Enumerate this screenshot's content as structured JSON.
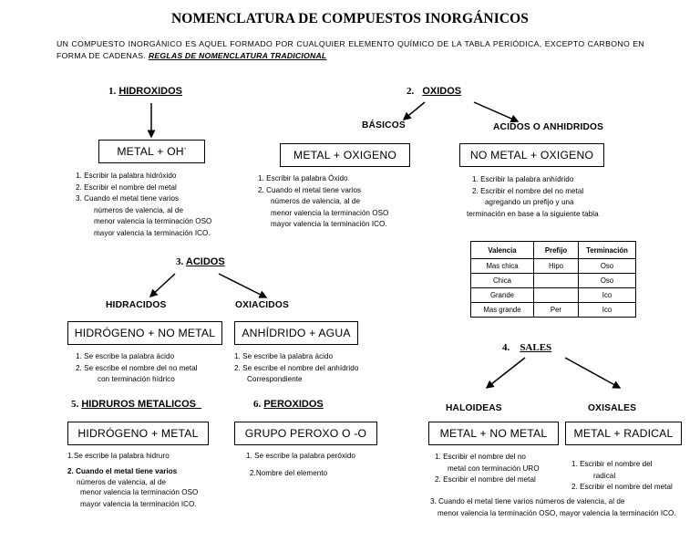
{
  "document": {
    "title": "NOMENCLATURA DE COMPUESTOS INORGÁNICOS",
    "intro_text": "UN COMPUESTO INORGÁNICO ES AQUEL FORMADO POR CUALQUIER ELEMENTO QUÍMICO DE LA TABLA PERIÓDICA, EXCEPTO CARBONO EN FORMA DE CADENAS. ",
    "intro_rules": "REGLAS DE NOMENCLATURA TRADICIONAL"
  },
  "sections": {
    "hidroxidos": {
      "number": "1.",
      "label": "HIDROXIDOS",
      "formula_prefix": "METAL  +  OH",
      "formula_sup": "-",
      "rules": [
        "1.    Escribir la palabra hidróxido",
        "2.    Escribir el nombre del metal",
        "3.    Cuando el metal tiene varios",
        "números de valencia, al de",
        "menor valencia la terminación OSO",
        "mayor valencia la terminación ICO."
      ]
    },
    "oxidos": {
      "number": "2.",
      "label": "OXIDOS",
      "basicos": {
        "label": "BÁSICOS",
        "formula": "METAL + OXIGENO",
        "rules": [
          "1. Escribir la palabra Óxido",
          "2. Cuando el metal tiene varios",
          "números de valencia, al de",
          "menor valencia la terminación OSO",
          "mayor valencia la terminación ICO."
        ]
      },
      "acidos_anhidridos": {
        "label": "ACIDOS O ANHIDRIDOS",
        "formula": "NO METAL + OXIGENO",
        "rules": [
          "1.    Escribir la palabra anhídrido",
          "2. Escribir el nombre del no metal",
          "agregando un prefijo y una",
          "terminación en base a la siguiente tabla"
        ]
      }
    },
    "acidos": {
      "number": "3.",
      "label": "ACIDOS",
      "hidracidos": {
        "label": "HIDRACIDOS",
        "formula": "HIDRÓGENO  +  NO METAL",
        "rules": [
          "1.    Se escribe la palabra ácido",
          "2.    Se escribe el nombre del no metal",
          "con terminación hídrico"
        ]
      },
      "oxiacidos": {
        "label": "OXIACIDOS",
        "formula": "ANHÍDRIDO  +  AGUA",
        "rules": [
          "1.      Se escribe la palabra ácido",
          "2.    Se escribe el nombre del anhídrido",
          "Correspondiente"
        ]
      }
    },
    "sales": {
      "number": "4.",
      "label": "SALES",
      "haloideas": {
        "label": "HALOIDEAS",
        "formula": "METAL + NO METAL",
        "rules": [
          "1. Escribir el nombre del no",
          "metal con terminación URO",
          "2. Escribir el nombre del metal"
        ]
      },
      "oxisales": {
        "label": "OXISALES",
        "formula": "METAL + RADICAL",
        "rules": [
          "1.     Escribir el nombre del",
          "radical",
          "2.     Escribir el nombre del metal"
        ]
      },
      "shared_rules": [
        "3. Cuando el metal tiene varios  números de valencia, al de",
        "menor valencia la terminación OSO, mayor valencia la terminación ICO."
      ]
    },
    "hidruros_metalicos": {
      "number": "5.",
      "label": "HIDRUROS METALICOS",
      "formula": "HIDRÓGENO  +  METAL",
      "rules": [
        "1.Se escribe la palabra hidruro",
        "2. Cuando el metal tiene varios",
        "números de valencia, al de",
        "menor valencia la terminación OSO",
        "mayor valencia la terminación ICO."
      ]
    },
    "peroxidos": {
      "number": "6.",
      "label": "PEROXIDOS",
      "formula": "GRUPO PEROXO  O -O",
      "rules": [
        "1. Se escribe la palabra peróxido",
        "2.Nombre del elemento"
      ]
    }
  },
  "valencia_table": {
    "headers": [
      "Valencia",
      "Prefijo",
      "Terminación"
    ],
    "rows": [
      [
        "Mas chica",
        "Hipo",
        "Oso"
      ],
      [
        "Chica",
        "",
        "Oso"
      ],
      [
        "Grande",
        "",
        "Ico"
      ],
      [
        "Mas grande",
        "Per",
        "Ico"
      ]
    ]
  }
}
